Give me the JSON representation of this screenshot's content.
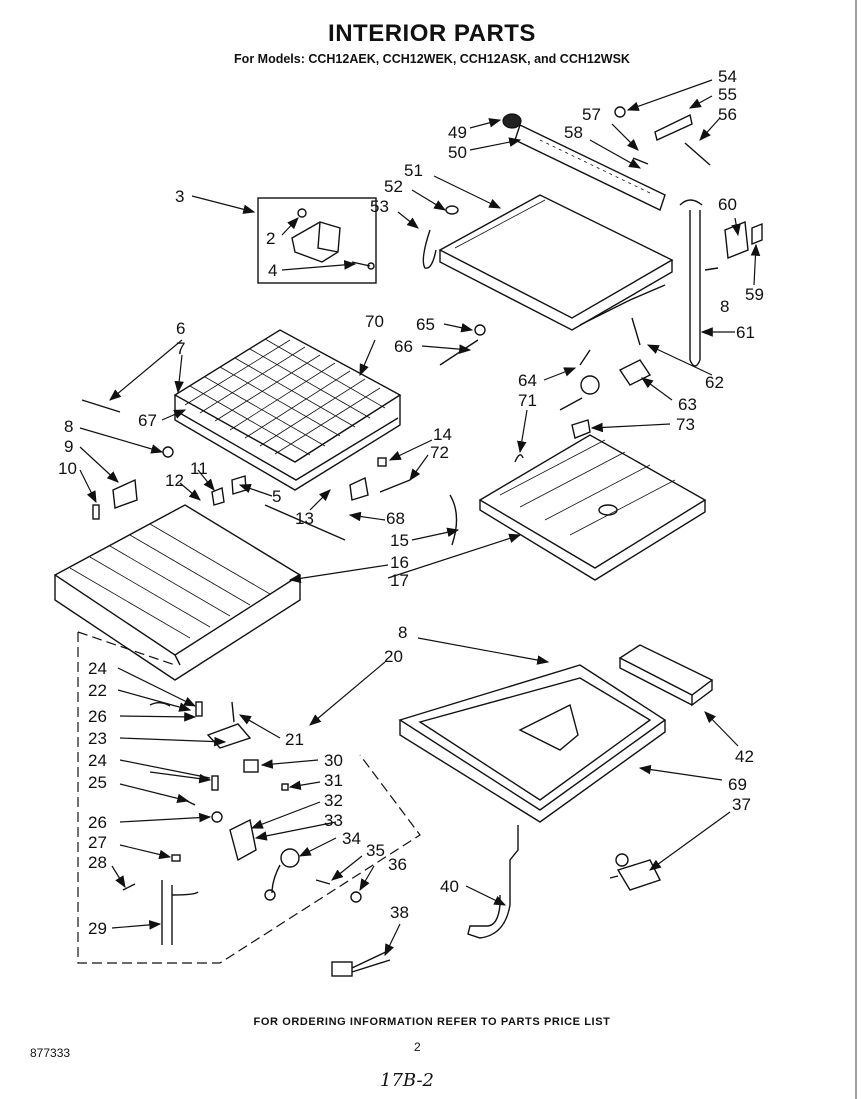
{
  "header": {
    "title": "INTERIOR PARTS",
    "subtitle": "For Models: CCH12AEK, CCH12WEK, CCH12ASK, and CCH12WSK"
  },
  "footer": {
    "note": "FOR ORDERING INFORMATION REFER TO PARTS PRICE LIST",
    "document_number": "877333",
    "page_number": "2",
    "handwritten_note": "17B-2"
  },
  "callouts": {
    "c2": "2",
    "c3": "3",
    "c4": "4",
    "c5": "5",
    "c6": "6",
    "c7": "7",
    "c8a": "8",
    "c8b": "8",
    "c8c": "8",
    "c9": "9",
    "c10": "10",
    "c11": "11",
    "c12": "12",
    "c13": "13",
    "c14": "14",
    "c15": "15",
    "c16": "16",
    "c17": "17",
    "c20": "20",
    "c21": "21",
    "c22": "22",
    "c23": "23",
    "c24a": "24",
    "c24b": "24",
    "c25": "25",
    "c26a": "26",
    "c26b": "26",
    "c27": "27",
    "c28": "28",
    "c29": "29",
    "c30": "30",
    "c31": "31",
    "c32": "32",
    "c33": "33",
    "c34": "34",
    "c35": "35",
    "c36": "36",
    "c37": "37",
    "c38": "38",
    "c40": "40",
    "c42": "42",
    "c49": "49",
    "c50": "50",
    "c51": "51",
    "c52": "52",
    "c53": "53",
    "c54": "54",
    "c55": "55",
    "c56": "56",
    "c57": "57",
    "c58": "58",
    "c59": "59",
    "c60": "60",
    "c61": "61",
    "c62": "62",
    "c63": "63",
    "c64": "64",
    "c65": "65",
    "c66": "66",
    "c67": "67",
    "c68": "68",
    "c69": "69",
    "c70": "70",
    "c71": "71",
    "c72": "72",
    "c73": "73"
  }
}
